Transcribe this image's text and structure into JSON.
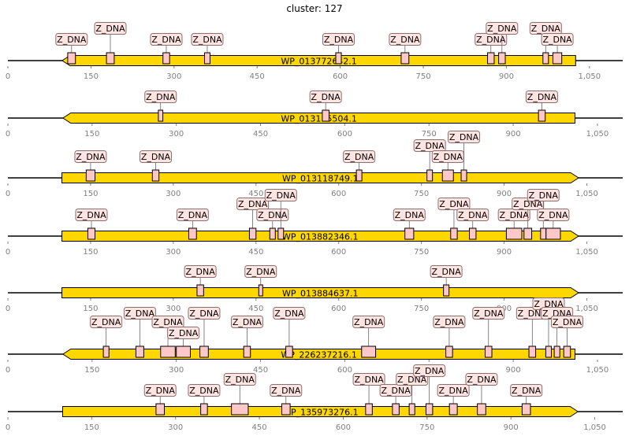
{
  "title": "cluster: 127",
  "feature_label": "Z_DNA",
  "colors": {
    "gene_fill": "#FFD700",
    "feature_fill": "#FFC8C8",
    "label_bg": "#FFE4E1",
    "axis": "#808080"
  },
  "tick_values": [
    0,
    150,
    300,
    450,
    600,
    750,
    900,
    1050
  ],
  "tick_labels": [
    "0",
    "150",
    "300",
    "450",
    "600",
    "750",
    "900",
    "1,050"
  ],
  "chart_data": {
    "type": "gene-cluster-map",
    "tracks": [
      {
        "name": "WP_013772642.1",
        "strand": -1,
        "start": 98,
        "end": 1025,
        "axis_max": 1110,
        "features": [
          [
            108,
            122,
            0
          ],
          [
            178,
            192,
            1
          ],
          [
            280,
            292,
            0
          ],
          [
            355,
            365,
            0
          ],
          [
            592,
            602,
            0
          ],
          [
            710,
            724,
            0
          ],
          [
            866,
            878,
            0
          ],
          [
            886,
            898,
            1
          ],
          [
            966,
            976,
            1
          ],
          [
            984,
            1000,
            0
          ]
        ]
      },
      {
        "name": "WP_013115504.1",
        "strand": -1,
        "start": 98,
        "end": 1010,
        "axis_max": 1095,
        "features": [
          [
            268,
            276,
            0
          ],
          [
            560,
            572,
            0
          ],
          [
            945,
            957,
            0
          ]
        ]
      },
      {
        "name": "WP_013118749.1",
        "strand": 1,
        "start": 98,
        "end": 1035,
        "axis_max": 1115,
        "features": [
          [
            142,
            158,
            0
          ],
          [
            262,
            274,
            0
          ],
          [
            632,
            642,
            0
          ],
          [
            760,
            770,
            1
          ],
          [
            788,
            808,
            0
          ],
          [
            822,
            832,
            2
          ]
        ]
      },
      {
        "name": "WP_013882346.1",
        "strand": 1,
        "start": 98,
        "end": 1035,
        "axis_max": 1115,
        "features": [
          [
            145,
            158,
            0
          ],
          [
            328,
            342,
            0
          ],
          [
            438,
            450,
            1
          ],
          [
            475,
            485,
            0
          ],
          [
            490,
            500,
            2
          ],
          [
            720,
            736,
            0
          ],
          [
            803,
            815,
            1
          ],
          [
            837,
            849,
            0
          ],
          [
            904,
            932,
            0
          ],
          [
            936,
            950,
            1
          ],
          [
            966,
            976,
            2
          ],
          [
            976,
            1002,
            0
          ]
        ]
      },
      {
        "name": "WP_013884637.1",
        "strand": 1,
        "start": 98,
        "end": 1035,
        "axis_max": 1115,
        "features": [
          [
            343,
            355,
            0
          ],
          [
            455,
            462,
            0
          ],
          [
            790,
            800,
            0
          ]
        ]
      },
      {
        "name": "WP_226237216.1",
        "strand": -1,
        "start": 98,
        "end": 1010,
        "axis_max": 1095,
        "features": [
          [
            170,
            180,
            1
          ],
          [
            228,
            242,
            2
          ],
          [
            272,
            298,
            1
          ],
          [
            300,
            325,
            0
          ],
          [
            342,
            357,
            2
          ],
          [
            420,
            432,
            1
          ],
          [
            495,
            507,
            2
          ],
          [
            630,
            655,
            1
          ],
          [
            780,
            792,
            1
          ],
          [
            850,
            862,
            2
          ],
          [
            928,
            940,
            2
          ],
          [
            958,
            968,
            3
          ],
          [
            973,
            983,
            2
          ],
          [
            990,
            1002,
            1
          ]
        ]
      },
      {
        "name": "WP_135973276.1",
        "strand": 1,
        "start": 98,
        "end": 1020,
        "axis_max": 1100,
        "features": [
          [
            265,
            280,
            0
          ],
          [
            345,
            357,
            0
          ],
          [
            400,
            430,
            1
          ],
          [
            490,
            505,
            0
          ],
          [
            640,
            652,
            1
          ],
          [
            688,
            700,
            0
          ],
          [
            718,
            728,
            1
          ],
          [
            748,
            760,
            2
          ],
          [
            790,
            804,
            0
          ],
          [
            840,
            855,
            1
          ],
          [
            920,
            935,
            0
          ]
        ]
      }
    ]
  }
}
